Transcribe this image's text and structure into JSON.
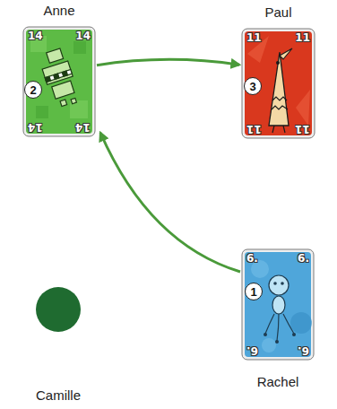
{
  "diagram": {
    "nodes": [
      {
        "text": [
          "Anne",
          "14",
          "14",
          "14",
          "14"
        ]
      },
      {
        "text": [
          "2"
        ],
        "in": 0
      },
      {
        "text": [
          "Paul",
          "11",
          "11",
          "11",
          "11"
        ]
      },
      {
        "text": [
          "3"
        ],
        "in": 2
      },
      {
        "text": [
          "Rachel",
          "6.",
          "6.",
          "6.",
          "6."
        ]
      },
      {
        "text": [
          "1"
        ],
        "in": 4
      }
    ],
    "edges": [
      {
        "from": 4,
        "to": 0,
        "arrow": "to"
      },
      {
        "from": 0,
        "to": 2,
        "arrow": "to"
      }
    ],
    "labels": [
      "Camille"
    ]
  }
}
